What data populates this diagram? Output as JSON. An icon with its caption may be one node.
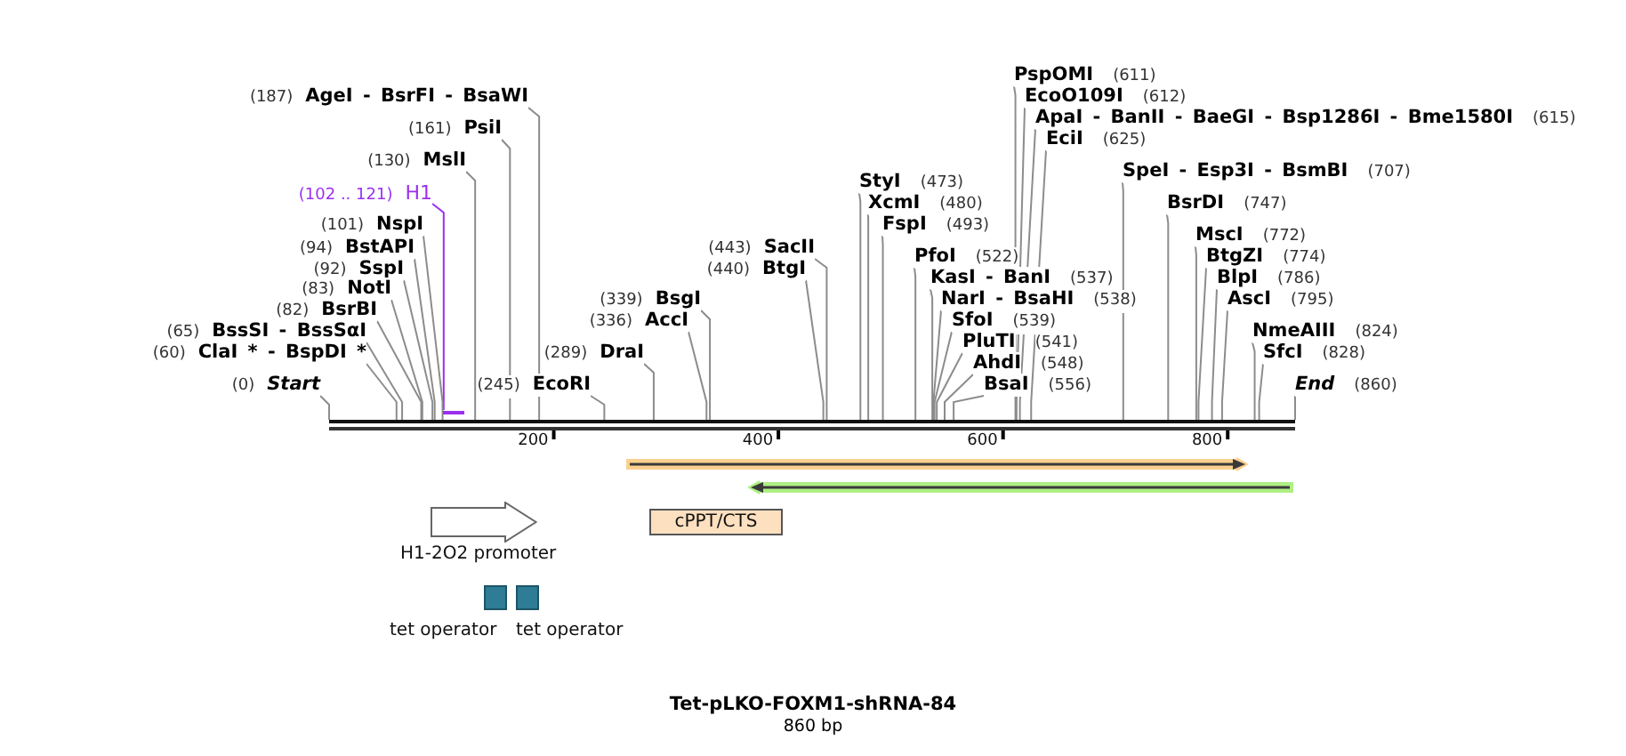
{
  "diagram": {
    "title": "Tet-pLKO-FOXM1-shRNA-84",
    "caption": "860 bp",
    "nodes": [
      {
        "text": [
          "PspOMI",
          "(611)"
        ]
      },
      {
        "text": [
          "(187)",
          "AgeI - BsrFI - BsaWI"
        ]
      },
      {
        "text": [
          "EcoO109I",
          "(612)"
        ]
      },
      {
        "text": [
          "ApaI - BanII - BaeGI - Bsp1286I - Bme1580I",
          "(615)"
        ]
      },
      {
        "text": [
          "(161)",
          "PsiI"
        ]
      },
      {
        "text": [
          "EciI",
          "(625)"
        ]
      },
      {
        "text": [
          "(130)",
          "MslI"
        ]
      },
      {
        "text": [
          "SpeI - Esp3I - BsmBI",
          "(707)"
        ]
      },
      {
        "text": [
          "StyI",
          "(473)"
        ]
      },
      {
        "text": [
          "(102 .. 121)",
          "H1"
        ]
      },
      {
        "text": [
          "XcmI",
          "(480)"
        ]
      },
      {
        "text": [
          "BsrDI",
          "(747)"
        ]
      },
      {
        "text": [
          "(101)",
          "NspI"
        ]
      },
      {
        "text": [
          "FspI",
          "(493)"
        ]
      },
      {
        "text": [
          "MscI",
          "(772)"
        ]
      },
      {
        "text": [
          "(94)",
          "BstAPI"
        ]
      },
      {
        "text": [
          "(443)",
          "SacII"
        ]
      },
      {
        "text": [
          "PfoI",
          "(522)"
        ]
      },
      {
        "text": [
          "BtgZI",
          "(774)"
        ]
      },
      {
        "text": [
          "(92)",
          "SspI"
        ]
      },
      {
        "text": [
          "(440)",
          "BtgI"
        ]
      },
      {
        "text": [
          "KasI - BanI",
          "(537)"
        ]
      },
      {
        "text": [
          "BlpI",
          "(786)"
        ]
      },
      {
        "text": [
          "(83)",
          "NotI"
        ]
      },
      {
        "text": [
          "(339)",
          "BsgI"
        ]
      },
      {
        "text": [
          "NarI - BsaHI",
          "(538)"
        ]
      },
      {
        "text": [
          "AscI",
          "(795)"
        ]
      },
      {
        "text": [
          "(82)",
          "BsrBI"
        ]
      },
      {
        "text": [
          "(336)",
          "AccI"
        ]
      },
      {
        "text": [
          "SfoI",
          "(539)"
        ]
      },
      {
        "text": [
          "(65)",
          "BssSI - BssSαI"
        ]
      },
      {
        "text": [
          "NmeAIII",
          "(824)"
        ]
      },
      {
        "text": [
          "PluTI",
          "(541)"
        ]
      },
      {
        "text": [
          "(60)",
          "ClaI * - BspDI *"
        ]
      },
      {
        "text": [
          "(289)",
          "DraI"
        ]
      },
      {
        "text": [
          "SfcI",
          "(828)"
        ]
      },
      {
        "text": [
          "AhdI",
          "(548)"
        ]
      },
      {
        "text": [
          "(0)",
          "Start"
        ]
      },
      {
        "text": [
          "(245)",
          "EcoRI"
        ]
      },
      {
        "text": [
          "BsaI",
          "(556)"
        ]
      },
      {
        "text": [
          "End",
          "(860)"
        ]
      },
      {
        "text": [],
        "shape": "bar"
      },
      {
        "text": [],
        "shape": "bar"
      },
      {
        "text": [],
        "shape": "bar"
      },
      {
        "text": [],
        "shape": "bar"
      },
      {
        "text": [
          "H1-2O2 promoter"
        ]
      },
      {
        "text": [
          "cPPT/CTS"
        ]
      },
      {
        "text": [
          "tet operator"
        ]
      },
      {
        "text": [
          "tet operator"
        ]
      }
    ],
    "edges": [
      {
        "from": 0,
        "to": 42,
        "arrow": "none"
      },
      {
        "from": 1,
        "to": 42,
        "arrow": "none"
      },
      {
        "from": 2,
        "to": 42,
        "arrow": "none"
      },
      {
        "from": 3,
        "to": 42,
        "arrow": "none"
      },
      {
        "from": 4,
        "to": 42,
        "arrow": "none"
      },
      {
        "from": 5,
        "to": 42,
        "arrow": "none"
      },
      {
        "from": 6,
        "to": 42,
        "arrow": "none"
      },
      {
        "from": 7,
        "to": 42,
        "arrow": "none"
      },
      {
        "from": 8,
        "to": 42,
        "arrow": "none"
      },
      {
        "from": 9,
        "to": 41,
        "arrow": "none",
        "color": "#9b30f0"
      },
      {
        "from": 10,
        "to": 42,
        "arrow": "none"
      },
      {
        "from": 11,
        "to": 42,
        "arrow": "none"
      },
      {
        "from": 12,
        "to": 42,
        "arrow": "none"
      },
      {
        "from": 13,
        "to": 42,
        "arrow": "none"
      },
      {
        "from": 14,
        "to": 42,
        "arrow": "none"
      },
      {
        "from": 15,
        "to": 42,
        "arrow": "none"
      },
      {
        "from": 16,
        "to": 42,
        "arrow": "none"
      },
      {
        "from": 17,
        "to": 42,
        "arrow": "none"
      },
      {
        "from": 18,
        "to": 42,
        "arrow": "none"
      },
      {
        "from": 19,
        "to": 42,
        "arrow": "none"
      },
      {
        "from": 20,
        "to": 42,
        "arrow": "none"
      },
      {
        "from": 21,
        "to": 42,
        "arrow": "none"
      },
      {
        "from": 22,
        "to": 42,
        "arrow": "none"
      },
      {
        "from": 23,
        "to": 42,
        "arrow": "none"
      },
      {
        "from": 24,
        "to": 42,
        "arrow": "none"
      },
      {
        "from": 25,
        "to": 42,
        "arrow": "none"
      },
      {
        "from": 26,
        "to": 42,
        "arrow": "none"
      },
      {
        "from": 27,
        "to": 42,
        "arrow": "none"
      },
      {
        "from": 28,
        "to": 42,
        "arrow": "none"
      },
      {
        "from": 29,
        "to": 42,
        "arrow": "none"
      },
      {
        "from": 30,
        "to": 42,
        "arrow": "none"
      },
      {
        "from": 31,
        "to": 42,
        "arrow": "none"
      },
      {
        "from": 32,
        "to": 42,
        "arrow": "none"
      },
      {
        "from": 33,
        "to": 42,
        "arrow": "none"
      },
      {
        "from": 34,
        "to": 42,
        "arrow": "none"
      },
      {
        "from": 35,
        "to": 42,
        "arrow": "none"
      },
      {
        "from": 36,
        "to": 42,
        "arrow": "none"
      },
      {
        "from": 37,
        "to": 42,
        "arrow": "none"
      },
      {
        "from": 38,
        "to": 42,
        "arrow": "none"
      },
      {
        "from": 39,
        "to": 42,
        "arrow": "none"
      },
      {
        "from": 40,
        "to": 42,
        "arrow": "none"
      }
    ],
    "labels": [
      "200",
      "400",
      "600",
      "800"
    ]
  }
}
